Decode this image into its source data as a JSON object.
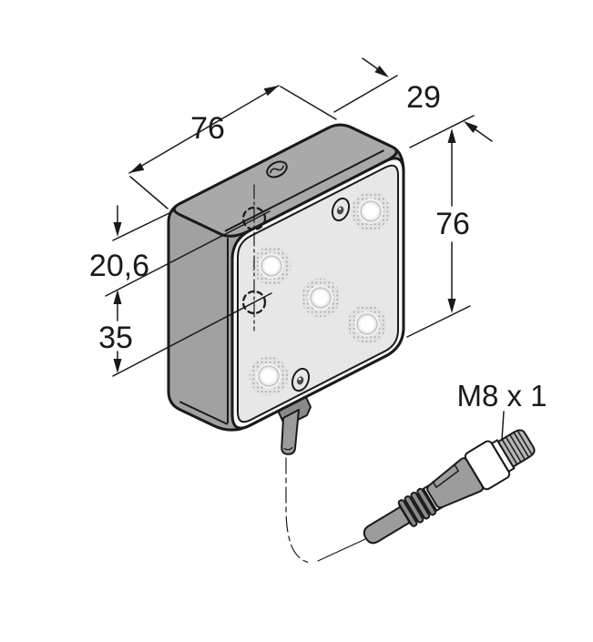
{
  "dimensions": {
    "top_width": "76",
    "depth": "29",
    "side_height": "76",
    "hole_top_offset": "20,6",
    "hole_spacing": "35"
  },
  "connector": {
    "thread_label": "M8 x 1"
  },
  "colors": {
    "line": "#1a1a1a",
    "face_top": "#a9a9a9",
    "face_side": "#a1a1a1",
    "face_front": "#e7e7e7",
    "rim": "#fafafa",
    "metal_light": "#b5b5b5",
    "metal_mid": "#9c9c9c",
    "metal_dark": "#8a8a8a",
    "background": "#ffffff"
  }
}
